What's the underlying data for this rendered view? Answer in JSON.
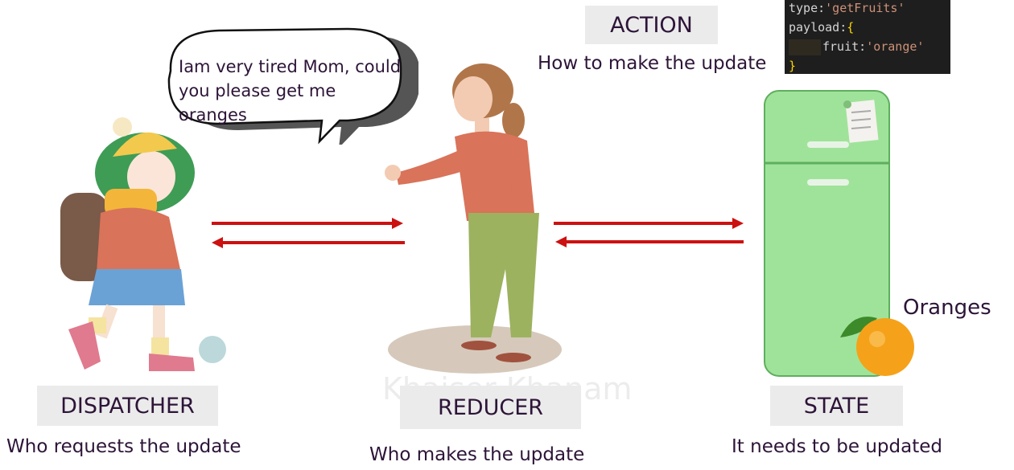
{
  "speech_bubble": {
    "text": "Iam very tired Mom, could you please get me oranges"
  },
  "action": {
    "label": "ACTION",
    "caption": "How to make the update"
  },
  "code": {
    "line1_key": "type:",
    "line1_value": "'getFruits'",
    "line2_key": "payload:",
    "line2_brace": "{",
    "line3_key": "fruit:",
    "line3_value": "'orange'",
    "line4_brace": "}"
  },
  "dispatcher": {
    "label": "DISPATCHER",
    "caption": "Who requests the update"
  },
  "reducer": {
    "label": "REDUCER",
    "caption": "Who makes the update"
  },
  "state": {
    "label": "STATE",
    "caption": "It needs to be updated"
  },
  "oranges_label": "Oranges",
  "watermark": "Khaiser Khanam",
  "colors": {
    "arrow": "#cc1111",
    "label_bg": "#ebebeb",
    "text": "#2d1438",
    "fridge": "#9fe39a"
  }
}
